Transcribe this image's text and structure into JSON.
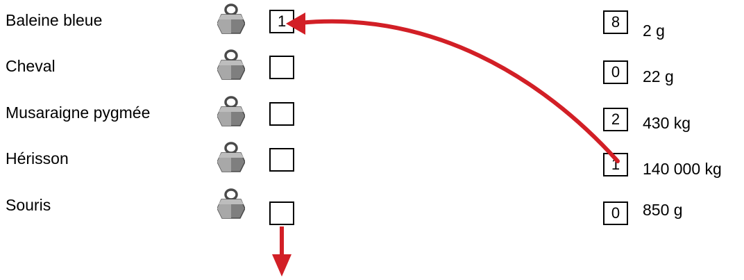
{
  "animals": [
    {
      "label": "Baleine bleue",
      "answer": "1"
    },
    {
      "label": "Cheval",
      "answer": ""
    },
    {
      "label": "Musaraigne pygmée",
      "answer": ""
    },
    {
      "label": "Hérisson",
      "answer": ""
    },
    {
      "label": "Souris",
      "answer": ""
    }
  ],
  "masses": [
    {
      "code": "8",
      "label": "2 g"
    },
    {
      "code": "0",
      "label": "22 g"
    },
    {
      "code": "2",
      "label": "430 kg"
    },
    {
      "code": "1",
      "label": "140 000 kg"
    },
    {
      "code": "0",
      "label": "850 g"
    }
  ],
  "icons": {
    "weight": "weight-icon",
    "arrow": "arrow-icon"
  },
  "colors": {
    "arrow": "#d21f26",
    "weight_body": "#7f7f7f",
    "weight_shade": "#4a4a4a"
  }
}
